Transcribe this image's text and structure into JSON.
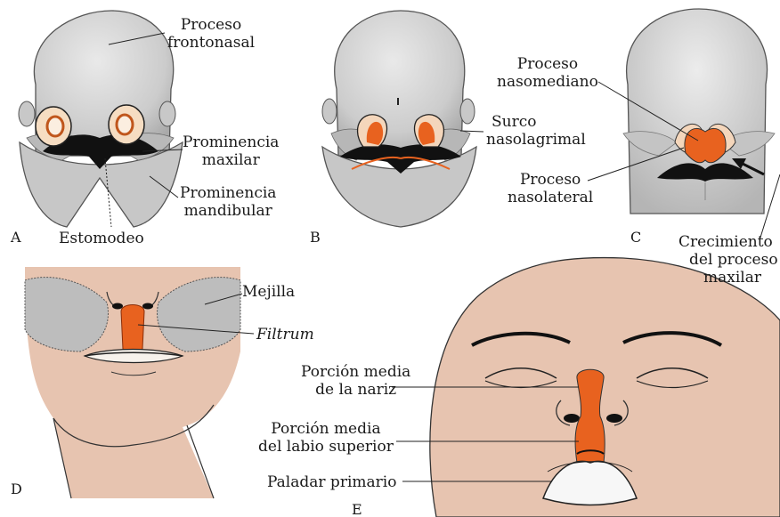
{
  "panels": {
    "a": {
      "letter": "A",
      "labels": {
        "proceso_frontonasal": [
          "Proceso",
          "frontonasal"
        ],
        "prominencia_maxilar": [
          "Prominencia",
          "maxilar"
        ],
        "prominencia_mandibular": [
          "Prominencia",
          "mandibular"
        ],
        "estomodeo": "Estomodeo"
      }
    },
    "b": {
      "letter": "B",
      "labels": {
        "surco_nasolagrimal": [
          "Surco",
          "nasolagrimal"
        ]
      }
    },
    "c": {
      "letter": "C",
      "labels": {
        "proceso_nasomediano": [
          "Proceso",
          "nasomediano"
        ],
        "proceso_nasolateral": [
          "Proceso",
          "nasolateral"
        ],
        "crecimiento": [
          "Crecimiento",
          "del proceso",
          "maxilar"
        ]
      }
    },
    "d": {
      "letter": "D",
      "labels": {
        "mejilla": "Mejilla",
        "filtrum": "Filtrum"
      }
    },
    "e": {
      "letter": "E",
      "labels": {
        "porcion_nariz": [
          "Porción media",
          "de la nariz"
        ],
        "porcion_labio": [
          "Porción media",
          "del labio superior"
        ],
        "paladar": "Paladar primario"
      }
    }
  },
  "colors": {
    "head_gray": "#cfcfcf",
    "head_gray_dark": "#9a9a9a",
    "skin": "#e7c4b0",
    "orange": "#e8621f",
    "placode_cream": "#f5dcc0",
    "black": "#111111"
  }
}
